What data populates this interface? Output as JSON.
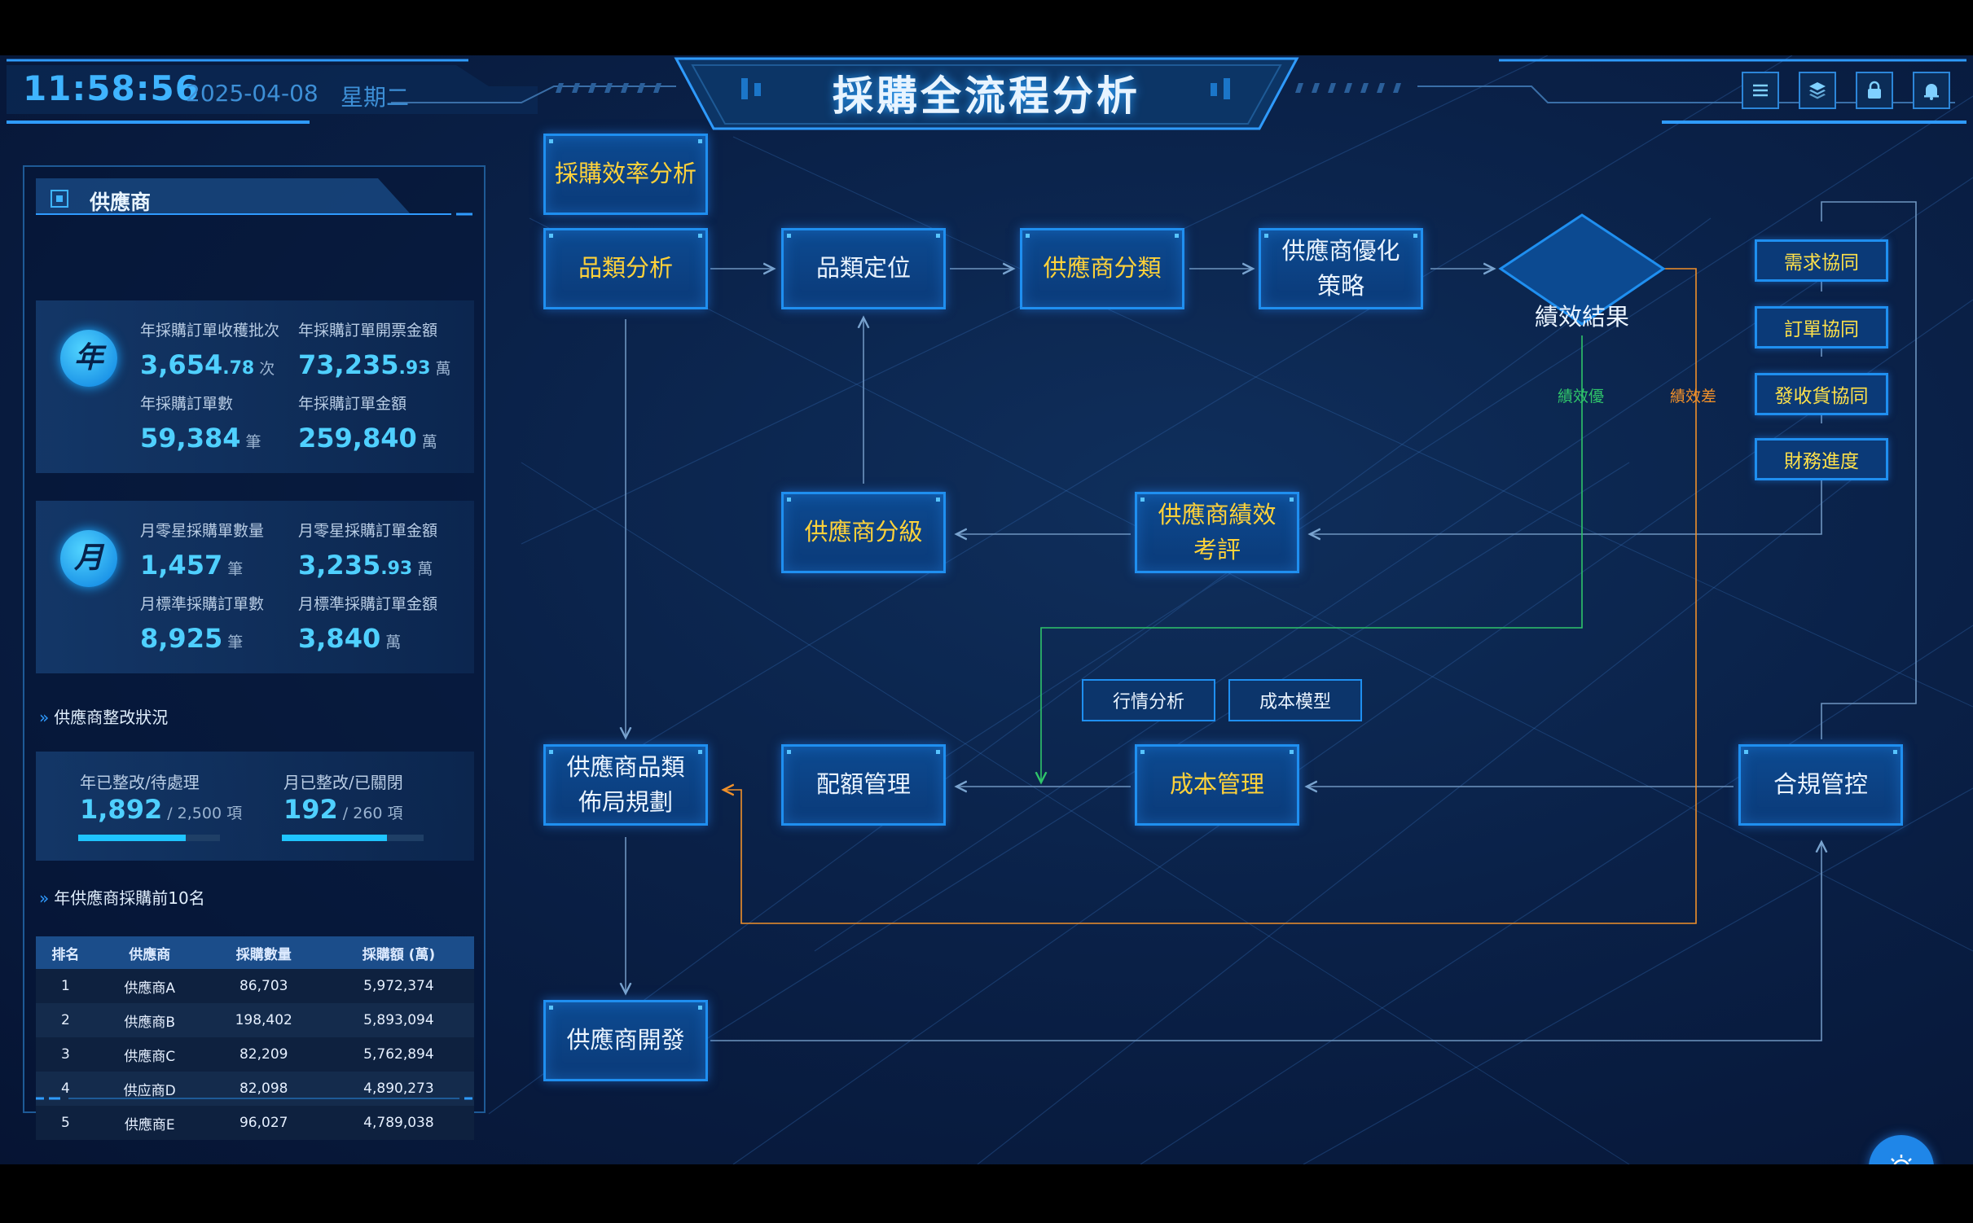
{
  "header": {
    "time": "11:58:56",
    "date": "2025-04-08",
    "weekday": "星期二",
    "title": "採購全流程分析",
    "buttons": [
      "menu-icon",
      "layers-icon",
      "lock-icon",
      "bell-icon"
    ]
  },
  "left_panel": {
    "title": "供應商",
    "year_card": {
      "badge": "年",
      "stats": [
        {
          "label": "年採購訂單收穫批次",
          "int": "3,654",
          "dec": ".78",
          "unit": "次"
        },
        {
          "label": "年採購訂單開票金額",
          "int": "73,235",
          "dec": ".93",
          "unit": "萬"
        },
        {
          "label": "年採購訂單數",
          "int": "59,384",
          "dec": "",
          "unit": "筆"
        },
        {
          "label": "年採購訂單金額",
          "int": "259,840",
          "dec": "",
          "unit": "萬"
        }
      ]
    },
    "month_card": {
      "badge": "月",
      "stats": [
        {
          "label": "月零星採購單數量",
          "int": "1,457",
          "dec": "",
          "unit": "筆"
        },
        {
          "label": "月零星採購訂單金額",
          "int": "3,235",
          "dec": ".93",
          "unit": "萬"
        },
        {
          "label": "月標準採購訂單數",
          "int": "8,925",
          "dec": "",
          "unit": "筆"
        },
        {
          "label": "月標準採購訂單金額",
          "int": "3,840",
          "dec": "",
          "unit": "萬"
        }
      ]
    },
    "rectify": {
      "title": "供應商整改狀況",
      "items": [
        {
          "label": "年已整改/待處理",
          "value": "1,892",
          "total": "/ 2,500 項",
          "progress": 0.76
        },
        {
          "label": "月已整改/已關閉",
          "value": "192",
          "total": "/ 260 項",
          "progress": 0.74
        }
      ]
    },
    "top10": {
      "title": "年供應商採購前10名",
      "columns": [
        "排名",
        "供應商",
        "採購數量",
        "採購額 (萬)"
      ],
      "rows": [
        [
          "1",
          "供應商A",
          "86,703",
          "5,972,374"
        ],
        [
          "2",
          "供應商B",
          "198,402",
          "5,893,094"
        ],
        [
          "3",
          "供應商C",
          "82,209",
          "5,762,894"
        ],
        [
          "4",
          "供应商D",
          "82,098",
          "4,890,273"
        ],
        [
          "5",
          "供應商E",
          "96,027",
          "4,789,038"
        ]
      ]
    }
  },
  "flow": {
    "efficiency": "採購效率分析",
    "category_analysis": "品類分析",
    "category_position": "品類定位",
    "supplier_classify": "供應商分類",
    "supplier_optimize": "供應商優化策略",
    "performance_result": "績效結果",
    "collab": [
      "需求協同",
      "訂單協同",
      "發收貨協同",
      "財務進度"
    ],
    "supplier_grading": "供應商分級",
    "supplier_evaluation": "供應商績效考評",
    "market_analysis": "行情分析",
    "cost_model": "成本模型",
    "layout_planning": "供應商品類佈局規劃",
    "quota_mgmt": "配額管理",
    "cost_mgmt": "成本管理",
    "compliance": "合規管控",
    "supplier_dev": "供應商開發",
    "good_label": "績效優",
    "bad_label": "績效差"
  },
  "colors": {
    "accent": "#1f8ff0",
    "yellow_text": "#ffd23a",
    "good": "#2fc46a",
    "bad": "#f0902a",
    "value": "#4fd0ff"
  }
}
